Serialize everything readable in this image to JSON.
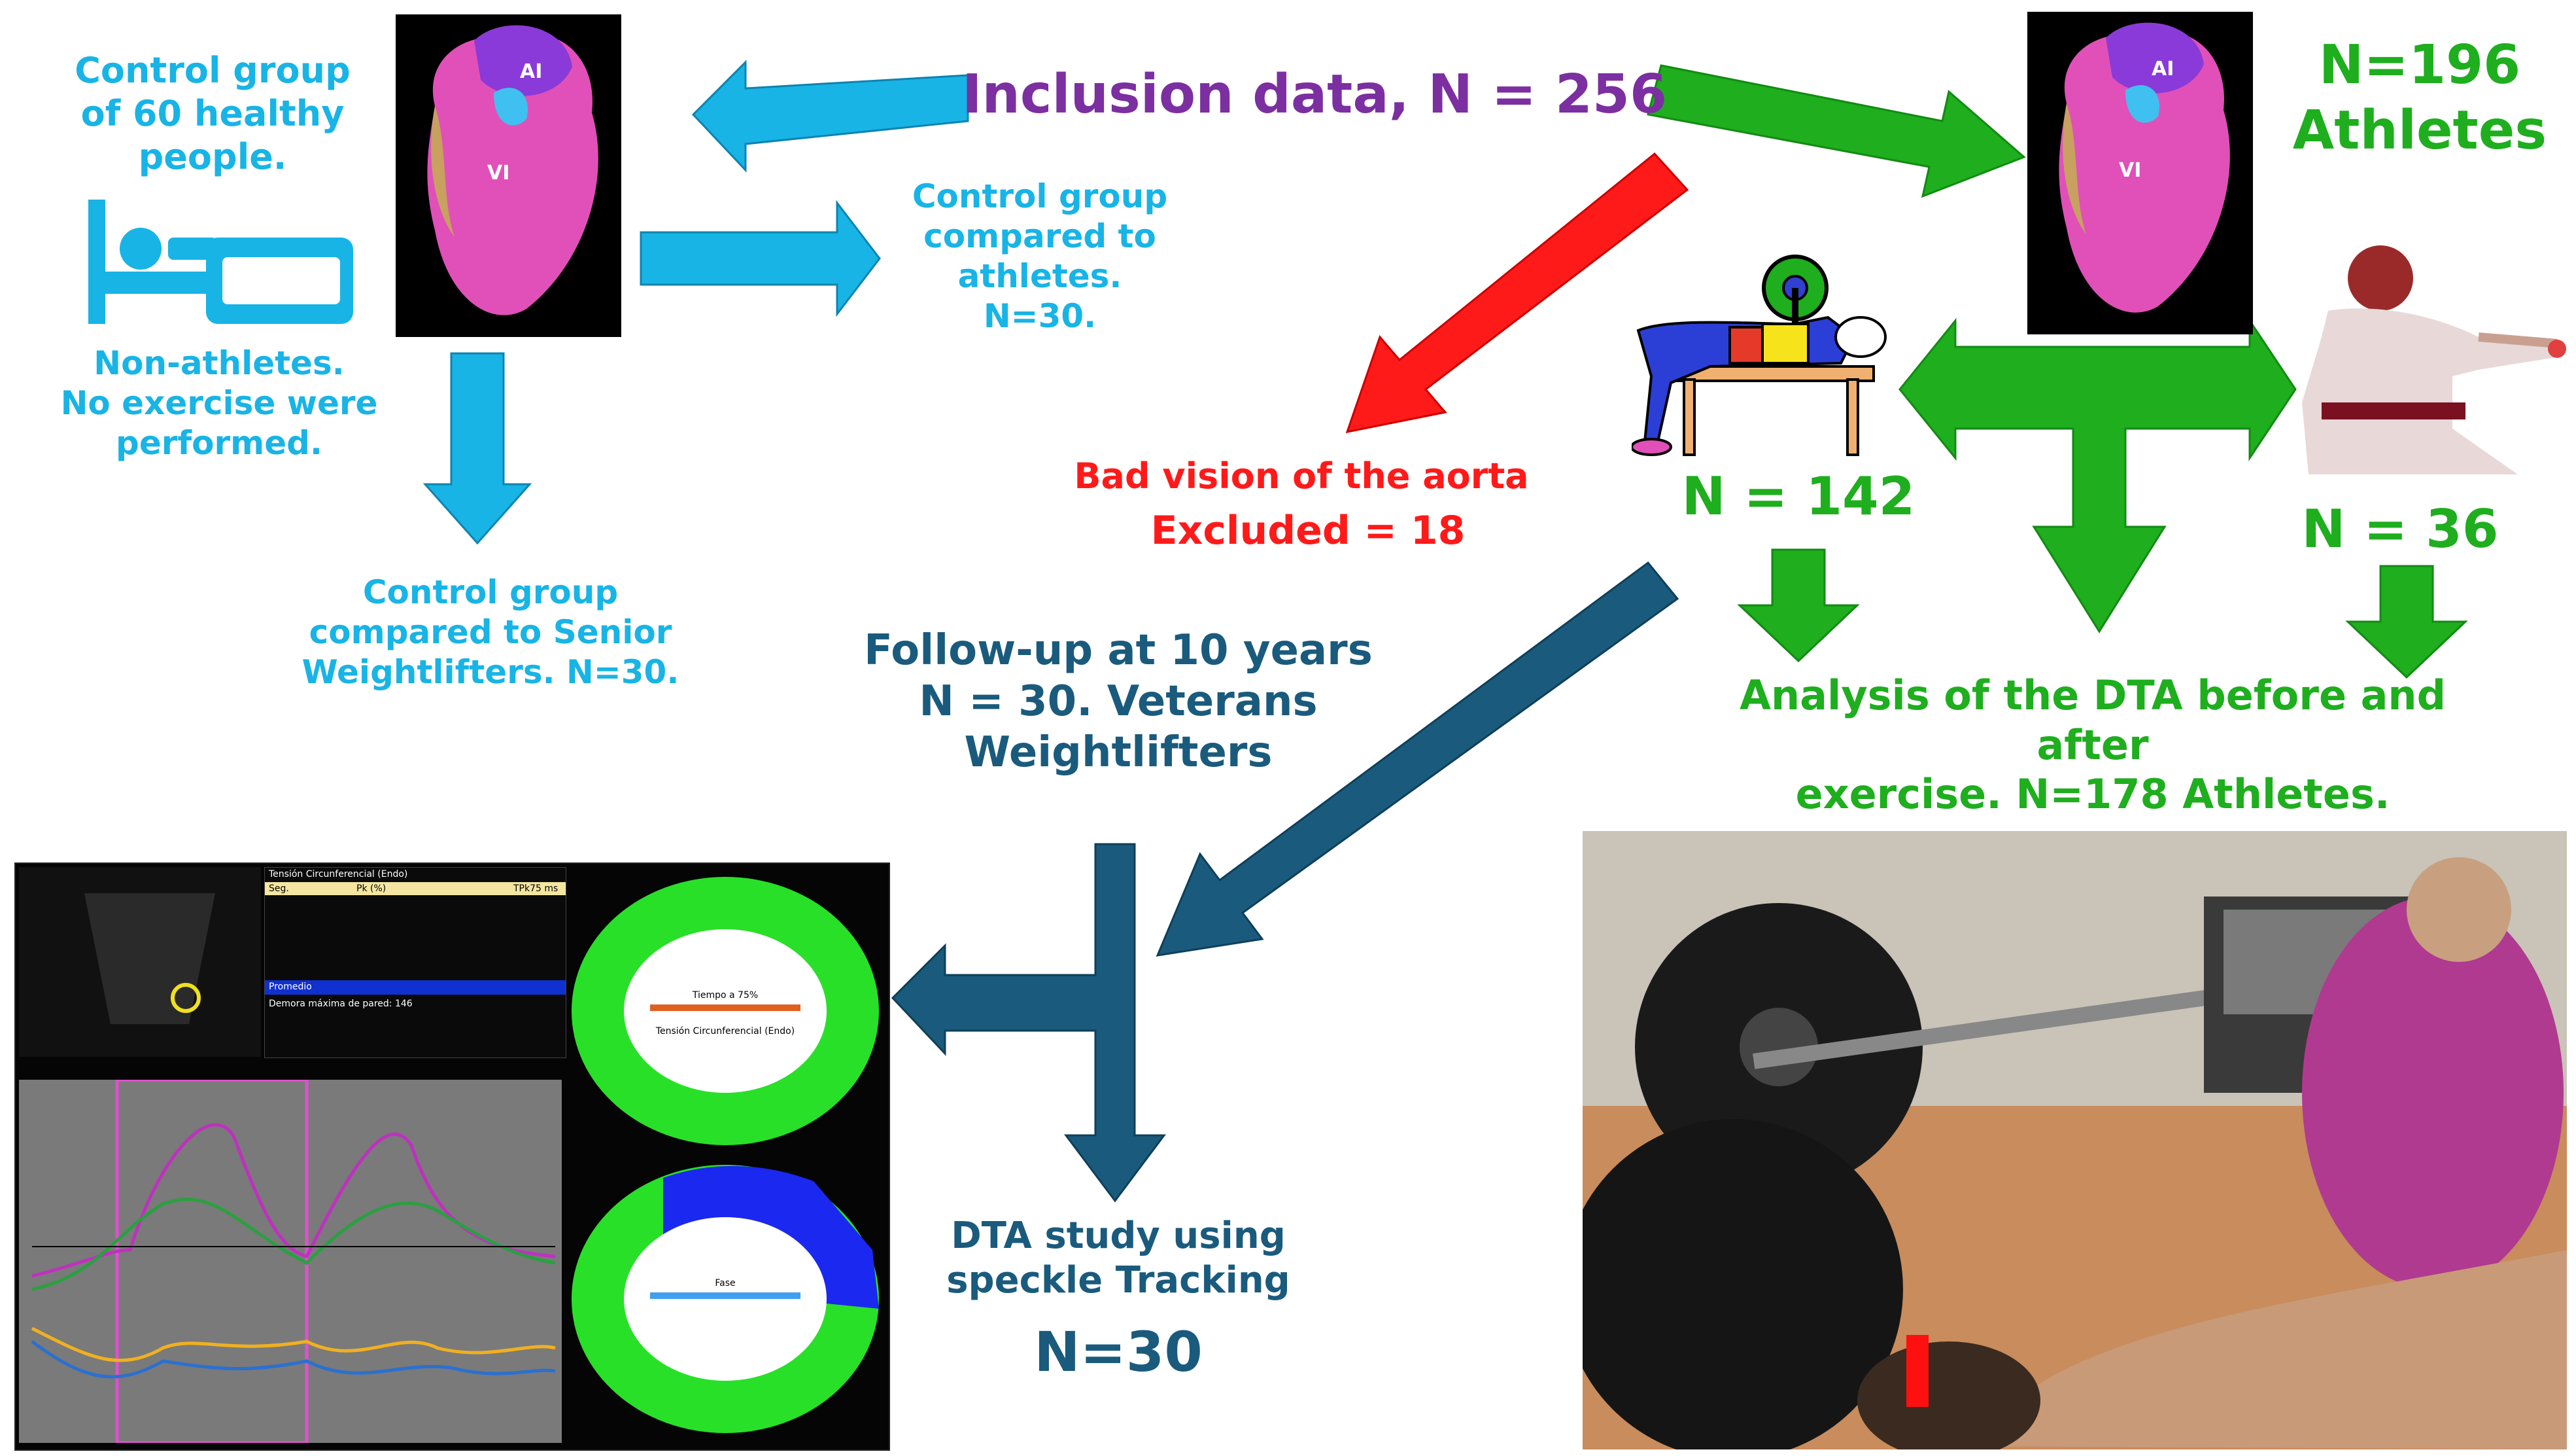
{
  "colors": {
    "cyan": "#18b4e6",
    "green": "#1eae1e",
    "purple": "#7b2fa0",
    "red": "#ff1a1a",
    "navy": "#1a5b7d"
  },
  "icons": {
    "bed": "bed-icon",
    "heart": "heart-image",
    "weightlifter": "bench-press-weightlifter-icon",
    "karate": "karate-athlete-image"
  },
  "inclusion": {
    "label": "Inclusion data, N = 256"
  },
  "control": {
    "group_label": "Control group\nof 60 healthy\npeople.",
    "non_athletes": "Non-athletes.\nNo exercise were\nperformed.",
    "vs_athletes": "Control group\ncompared to\nathletes.\nN=30.",
    "vs_seniors": "Control group\ncompared to Senior\nWeightlifters. N=30."
  },
  "athletes": {
    "total": "N=196\nAthletes",
    "weightlifters_n": "N = 142",
    "karate_n": "N = 36",
    "analysis": "Analysis of the DTA before and after\nexercise. N=178 Athletes."
  },
  "excluded": {
    "reason": "Bad vision of the aorta",
    "count": "Excluded = 18"
  },
  "followup": {
    "label": "Follow-up at 10 years\nN = 30. Veterans\nWeightlifters"
  },
  "dta_study": {
    "label": "DTA study using\nspeckle Tracking",
    "n": "N=30"
  },
  "heart_labels": {
    "ai": "AI",
    "vi": "VI"
  },
  "echo_panel": {
    "table_title": "Tensión Circunferencial (Endo)",
    "col_seg": "Seg.",
    "col_pk": "Pk (%)",
    "col_tpk": "TPk75 ms",
    "promedio": "Promedio",
    "demora": "Demora máxima de pared: 146",
    "ring1_title": "Tiempo a 75%",
    "ring1_sub": "Tensión Circunferencial (Endo)",
    "ring2_title": "Fase"
  }
}
